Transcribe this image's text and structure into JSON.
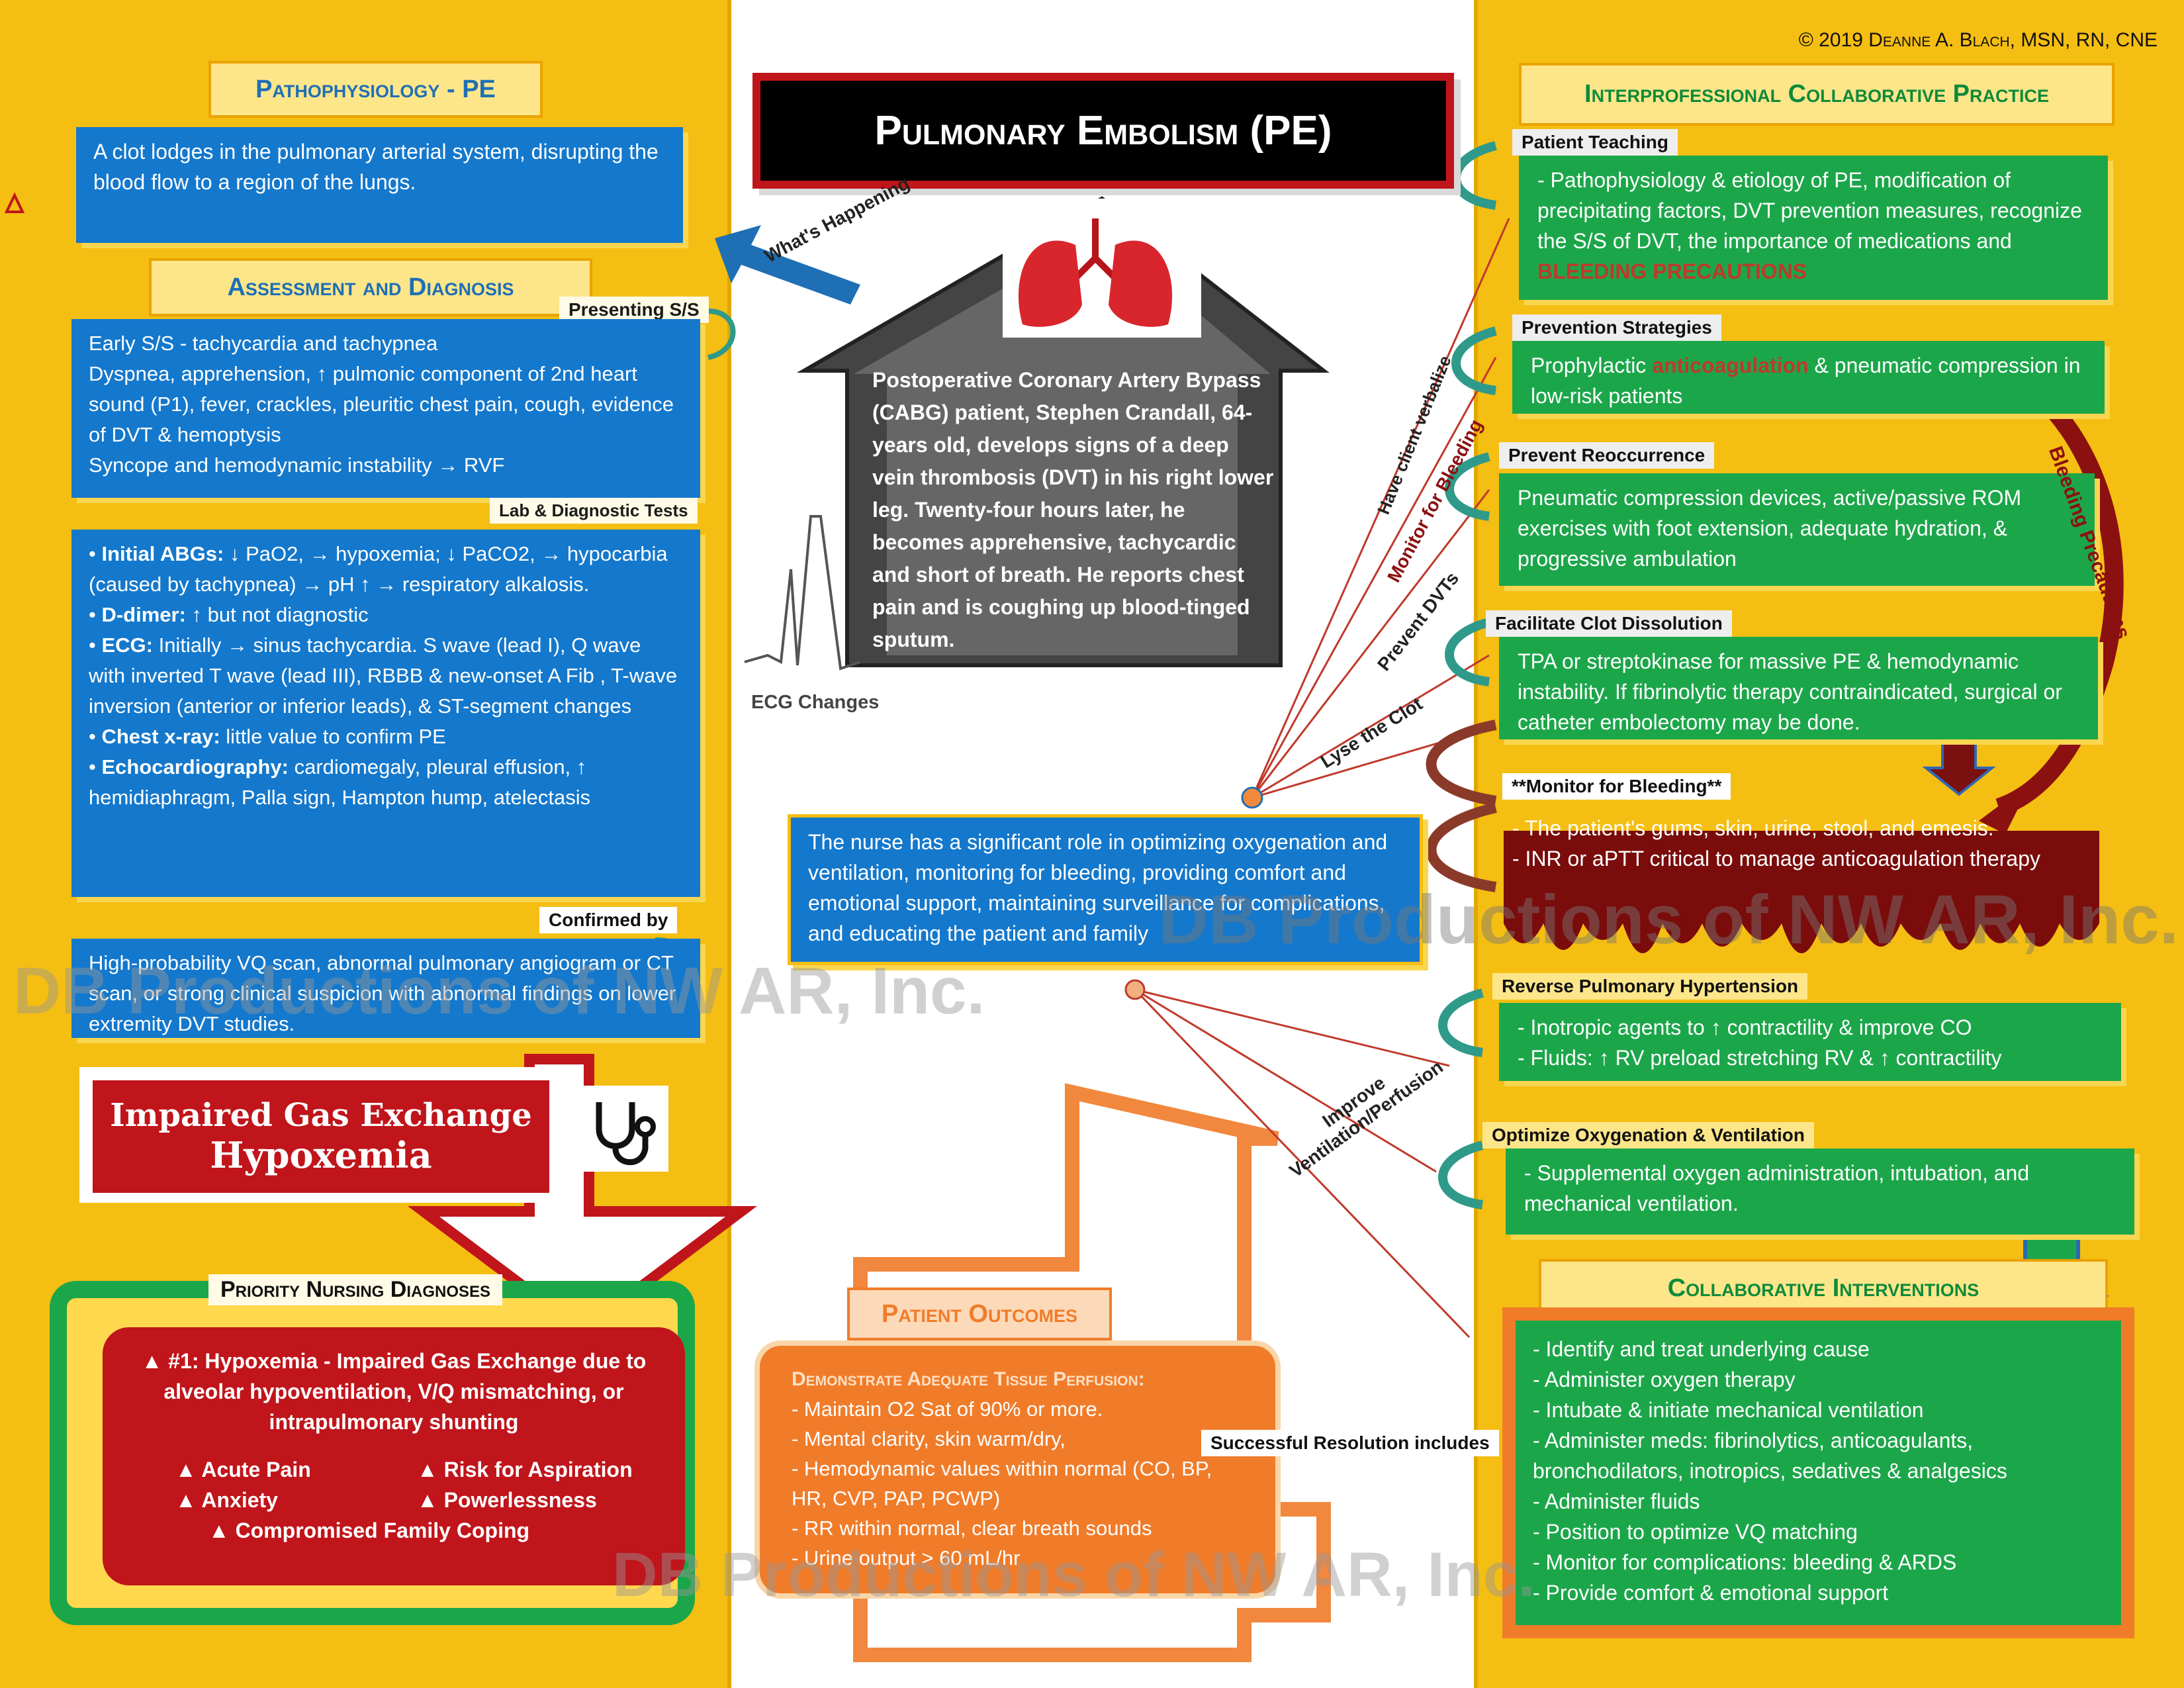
{
  "copyright": "© 2019 Deanne A. Blach, MSN, RN, CNE",
  "title": "Pulmonary Embolism (PE)",
  "scenario": "Postoperative Coronary Artery Bypass (CABG) patient, Stephen Crandall, 64-years old, develops signs of a deep vein thrombosis (DVT) in his right lower leg. Twenty-four hours later, he becomes apprehensive, tachycardic and short of breath.   He reports chest pain and is coughing up blood-tinged sputum.",
  "ecg_label": "ECG Changes",
  "whats_happening": "What's Happening",
  "nurse_role": "The nurse has a significant role in optimizing oxygenation and ventilation, monitoring for bleeding, providing comfort and emotional support, maintaining surveillance for complications, and educating the patient and family",
  "pathophysiology": {
    "header": "Pathophysiology - PE",
    "text": "A clot lodges in the pulmonary arterial system, disrupting the blood flow to a region of the lungs."
  },
  "assessment": {
    "header": "Assessment and Diagnosis",
    "presenting_tag": "Presenting S/S",
    "items": [
      "Early S/S - tachycardia and tachypnea",
      "Dyspnea, apprehension, ↑ pulmonic component of 2nd heart sound (P1), fever, crackles, pleuritic chest pain, cough, evidence of DVT & hemoptysis",
      "Syncope and hemodynamic instability → RVF"
    ]
  },
  "labs": {
    "tag": "Lab & Diagnostic Tests",
    "items": [
      {
        "label": "Initial ABGs:",
        "text": " ↓ PaO2, → hypoxemia; ↓ PaCO2, → hypocarbia (caused by tachypnea) → pH ↑ → respiratory alkalosis."
      },
      {
        "label": "D-dimer:",
        "text": " ↑ but not diagnostic"
      },
      {
        "label": "ECG:",
        "text": " Initially → sinus tachycardia. S wave (lead I), Q wave with inverted T wave (lead III),  RBBB & new-onset A Fib , T-wave inversion  (anterior or inferior leads), & ST-segment changes"
      },
      {
        "label": "Chest x-ray:",
        "text": " little value to confirm PE"
      },
      {
        "label": "Echocardiography:",
        "text": " cardiomegaly, pleural effusion, ↑ hemidiaphragm,  Palla sign,  Hampton hump, atelectasis"
      }
    ]
  },
  "confirmed": {
    "tag": "Confirmed by",
    "text": "High-probability VQ scan, abnormal pulmonary angiogram or CT scan, or strong clinical suspicion with abnormal findings on lower extremity DVT studies."
  },
  "impaired": {
    "line1": "Impaired Gas Exchange",
    "line2": "Hypoxemia"
  },
  "priority": {
    "header": "Priority Nursing Diagnoses",
    "main": "▲ #1: Hypoxemia - Impaired Gas Exchange due to alveolar hypoventilation, V/Q mismatching, or intrapulmonary shunting",
    "others": [
      "▲  Acute Pain",
      "▲  Risk for Aspiration",
      "▲  Anxiety",
      "▲  Powerlessness",
      "▲  Compromised Family Coping"
    ]
  },
  "outcomes": {
    "header": "Patient Outcomes",
    "subheader": "Demonstrate Adequate Tissue Perfusion:",
    "items": [
      "- Maintain O2 Sat of 90% or more.",
      "- Mental clarity, skin warm/dry,",
      "- Hemodynamic values within normal  (CO, BP, HR, CVP, PAP, PCWP)",
      "- RR within normal, clear breath sounds",
      "- Urine output > 60 mL/hr"
    ],
    "resolution_tag": "Successful Resolution includes"
  },
  "interprof": {
    "header": "Interprofessional Collaborative Practice",
    "teaching": {
      "tag": "Patient Teaching",
      "text": "- Pathophysiology & etiology of PE, modification of precipitating factors, DVT prevention measures, recognize the S/S of DVT, the importance of medications and ",
      "emph": "BLEEDING PRECAUTIONS"
    },
    "prevention": {
      "tag": "Prevention Strategies",
      "pre": "Prophylactic ",
      "emph": "anticoagulation",
      "post": " & pneumatic compression in low-risk patients"
    },
    "reoccurrence": {
      "tag": "Prevent Reoccurrence",
      "text": "Pneumatic compression devices, active/passive ROM exercises with foot extension, adequate hydration, & progressive ambulation"
    },
    "dissolution": {
      "tag": "Facilitate Clot Dissolution",
      "text": "TPA or streptokinase for massive PE & hemodynamic instability. If fibrinolytic therapy contraindicated, surgical or catheter embolectomy may be done."
    },
    "bleeding": {
      "tag": "**Monitor for Bleeding**",
      "items": [
        "- The patient's gums, skin, urine, stool, and emesis.",
        "- INR or aPTT critical to manage anticoagulation therapy"
      ]
    },
    "pulm_htn": {
      "tag": "Reverse Pulmonary Hypertension",
      "items": [
        "- Inotropic agents to ↑ contractility & improve CO",
        "- Fluids: ↑ RV preload stretching RV & ↑ contractility"
      ]
    },
    "oxygenation": {
      "tag": "Optimize Oxygenation & Ventilation",
      "text": "- Supplemental oxygen administration, intubation, and mechanical ventilation."
    }
  },
  "collab": {
    "header": "Collaborative Interventions",
    "items": [
      "- Identify and treat underlying cause",
      "- Administer oxygen therapy",
      "- Intubate & initiate mechanical ventilation",
      "- Administer meds: fibrinolytics, anticoagulants, bronchodilators, inotropics, sedatives & analgesics",
      "- Administer fluids",
      "- Position to optimize VQ matching",
      "- Monitor for complications: bleeding & ARDS",
      "- Provide comfort & emotional support"
    ]
  },
  "arrow_labels": {
    "verbalize": "Have client verbalize",
    "monitor": "Monitor for Bleeding",
    "prevent_dvt": "Prevent DVTs",
    "lyse": "Lyse the Clot",
    "improve": "Improve Ventilation/Perfusion",
    "bleeding_prec": "Bleeding Precautions"
  },
  "watermark": "DB Productions of NW AR, Inc."
}
